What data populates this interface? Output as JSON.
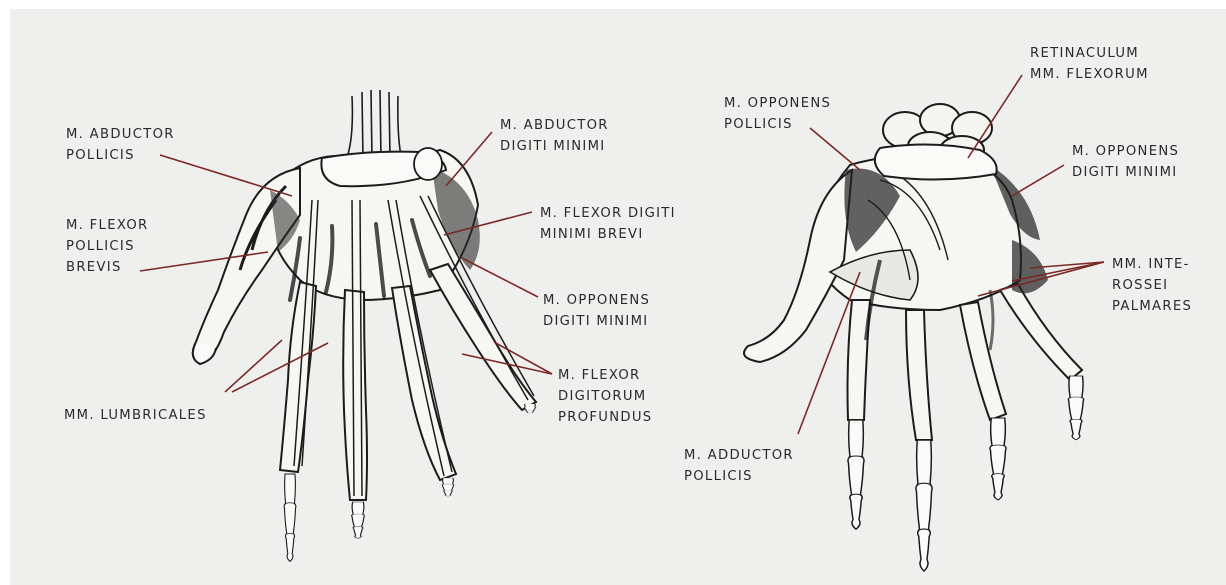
{
  "labels": {
    "abductor_pollicis": "M. ABDUCTOR\nPOLLICIS",
    "flexor_pollicis_brevis": "M. FLEXOR\nPOLLICIS\nBREVIS",
    "lumbricales": "MM. LUMBRICALES",
    "abductor_digiti_minimi": "M. ABDUCTOR\nDIGITI MINIMI",
    "flexor_digiti_minimi_brevi": "M. FLEXOR DIGITI\nMINIMI BREVI",
    "opponens_digiti_minimi_left": "M. OPPONENS\nDIGITI MINIMI",
    "flexor_digitorum_profundus": "M. FLEXOR\nDIGITORUM\nPROFUNDUS",
    "opponens_pollicis": "M. OPPONENS\nPOLLICIS",
    "retinaculum": "RETINACULUM\nMM. FLEXORUM",
    "opponens_digiti_minimi_right": "M. OPPONENS\nDIGITI MINIMI",
    "interossei_palmares": "MM. INTE-\nROSSEI\nPALMARES",
    "adductor_pollicis": "M. ADDUCTOR\nPOLLICIS"
  },
  "colors": {
    "background": "#efefee",
    "ink": "#1c1c1c",
    "leader_line": "#7a2a26",
    "label_text": "#2a2a2a"
  }
}
